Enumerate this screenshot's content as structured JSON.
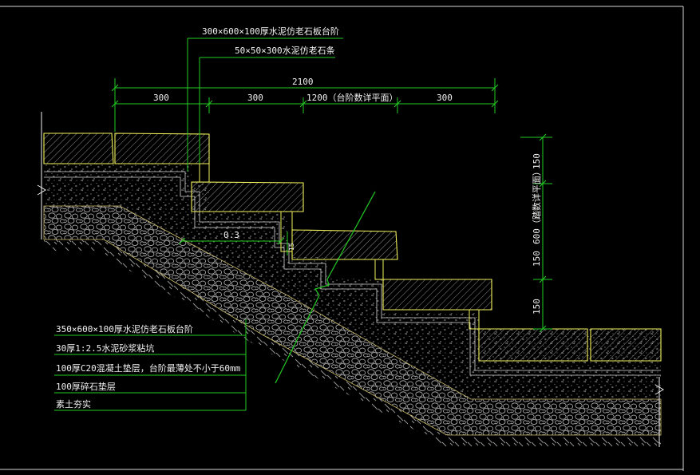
{
  "callouts_top": [
    "300×600×100厚水泥仿老石板台阶",
    "50×50×300水泥仿老石条"
  ],
  "dimensions_horizontal": {
    "total": "2100",
    "segments": [
      "300",
      "300",
      "1200（台阶数详平面）",
      "300"
    ]
  },
  "dimensions_vertical": {
    "segments": [
      "150",
      "600（踏数详平面）",
      "150",
      "150"
    ]
  },
  "slope_label": "0.3",
  "small_dim": "15",
  "layer_notes": [
    "350×600×100厚水泥仿老石板台阶",
    "30厚1:2.5水泥砂浆粘坑",
    "100厚C20混凝土垫层，台阶最薄处不小于60mm",
    "100厚碎石垫层",
    "素土夯实"
  ],
  "colors": {
    "background": "#000000",
    "stone_outline": "#f2f25a",
    "dimension_line": "#22cc22",
    "text": "#f2f2f2",
    "hatch": "#9a9a9a",
    "frame": "#d8d8d8"
  }
}
